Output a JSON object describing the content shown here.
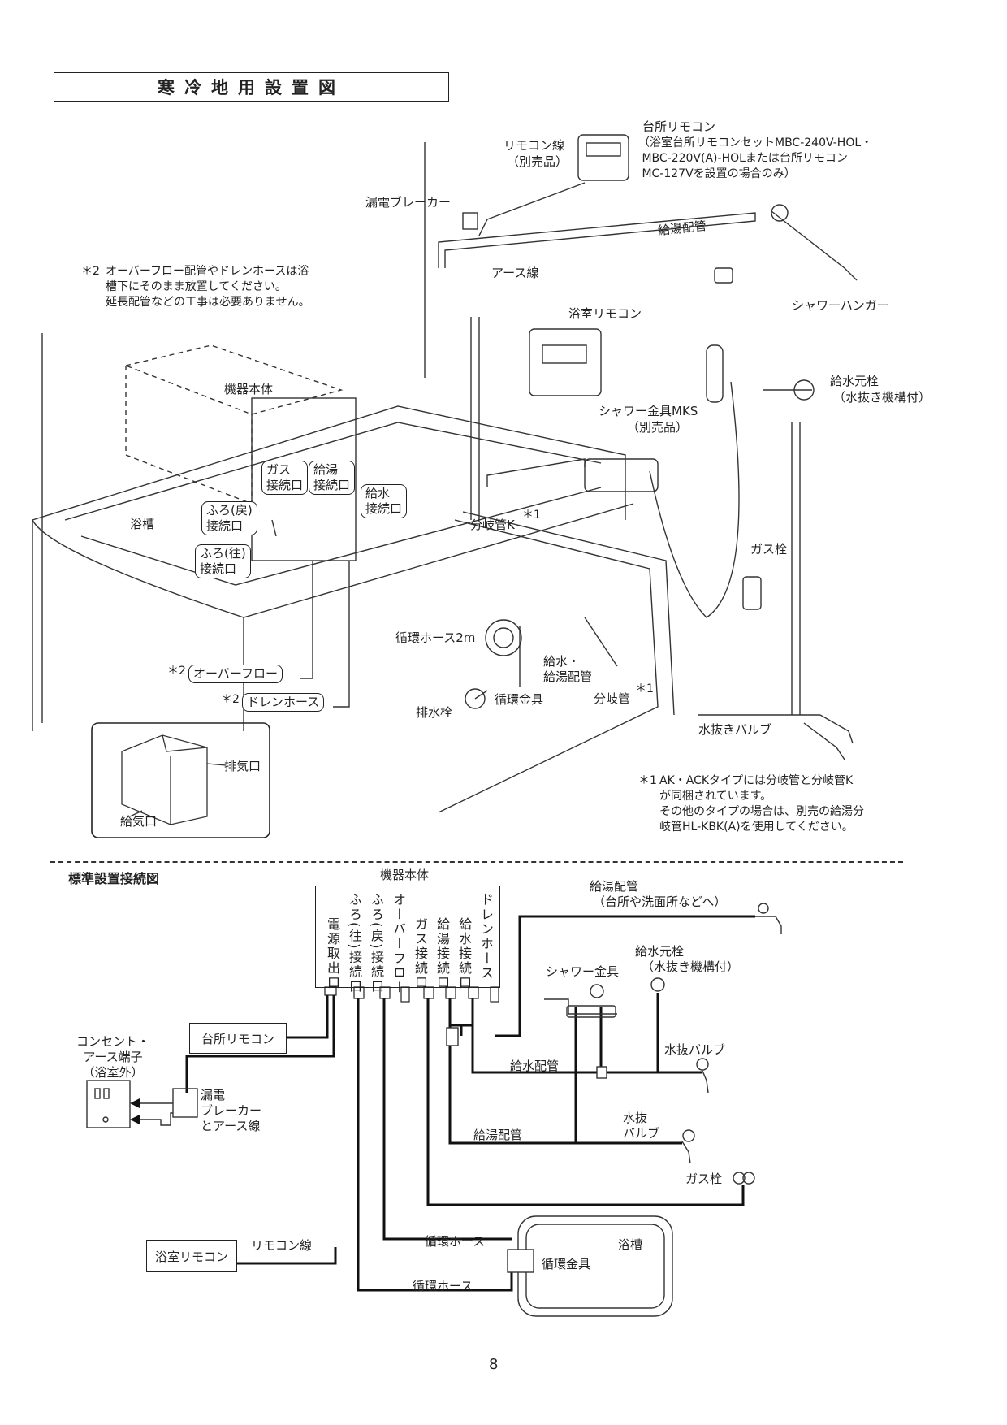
{
  "top": {
    "title": "寒冷地用設置図",
    "note2_marker": "＊2",
    "note2_text": "オーバーフロー配管やドレンホースは浴\n槽下にそのまま放置してください。\n延長配管などの工事は必要ありません。",
    "note1_marker": "＊1",
    "note1_text": "AK・ACKタイプには分岐管と分岐管K\nが同梱されています。\nその他のタイプの場合は、別売の給湯分\n岐管HL-KBK(A)を使用してください。",
    "labels": {
      "kitchen_remote": "台所リモコン",
      "kitchen_remote_note": "（浴室台所リモコンセットMBC-240V-HOL・\n MBC-220V(A)-HOLまたは台所リモコン\n MC-127Vを設置の場合のみ）",
      "remote_cable": "リモコン線",
      "remote_cable_sep": "（別売品）",
      "breaker": "漏電ブレーカー",
      "earth_wire": "アース線",
      "hot_pipe": "給湯配管",
      "shower_hanger": "シャワーハンガー",
      "bath_remote": "浴室リモコン",
      "water_valve": "給水元栓",
      "water_valve_note": "（水抜き機構付）",
      "shower_fitting": "シャワー金具MKS",
      "shower_fitting_sep": "（別売品）",
      "unit_body": "機器本体",
      "gas_port": "ガス\n接続口",
      "hot_port": "給湯\n接続口",
      "water_port": "給水\n接続口",
      "furo_return": "ふろ(戻)\n接続口",
      "furo_go": "ふろ(往)\n接続口",
      "bathtub": "浴槽",
      "branch_k": "分岐管K",
      "branch_k_mark": "＊1",
      "gas_cock": "ガス栓",
      "circ_hose": "循環ホース2m",
      "water_hot_pipe": "給水・\n給湯配管",
      "branch": "分岐管",
      "branch_mark": "＊1",
      "overflow": "オーバーフロー",
      "overflow_mark": "＊2",
      "drain_hose": "ドレンホース",
      "drain_mark": "＊2",
      "drain_plug": "排水栓",
      "circ_fitting": "循環金具",
      "drain_valve": "水抜きバルブ",
      "exhaust": "排気口",
      "intake": "給気口"
    }
  },
  "bottom": {
    "title": "標準設置接続図",
    "unit_body": "機器本体",
    "ports": [
      "電源取出口",
      "ふろ(往)接続口",
      "ふろ(戻)接続口",
      "オーバーフロー",
      "ガス接続口",
      "給湯接続口",
      "給水接続口",
      "ドレンホース"
    ],
    "labels": {
      "hot_pipe_top": "給湯配管",
      "hot_pipe_top_note": "（台所や洗面所などへ）",
      "shower_fitting": "シャワー金具",
      "water_valve": "給水元栓",
      "water_valve_note": "（水抜き機構付）",
      "kitchen_remote": "台所リモコン",
      "outlet": "コンセント・\nアース端子\n（浴室外）",
      "breaker": "漏電\nブレーカー\nとアース線",
      "water_pipe": "給水配管",
      "drain_valve1": "水抜バルブ",
      "drain_valve2": "水抜\nバルブ",
      "hot_pipe": "給湯配管",
      "gas_cock": "ガス栓",
      "bath_remote": "浴室リモコン",
      "remote_cable": "リモコン線",
      "circ_hose1": "循環ホース",
      "circ_hose2": "循環ホース",
      "bathtub": "浴槽",
      "circ_fitting": "循環金具"
    }
  },
  "page_number": "8"
}
